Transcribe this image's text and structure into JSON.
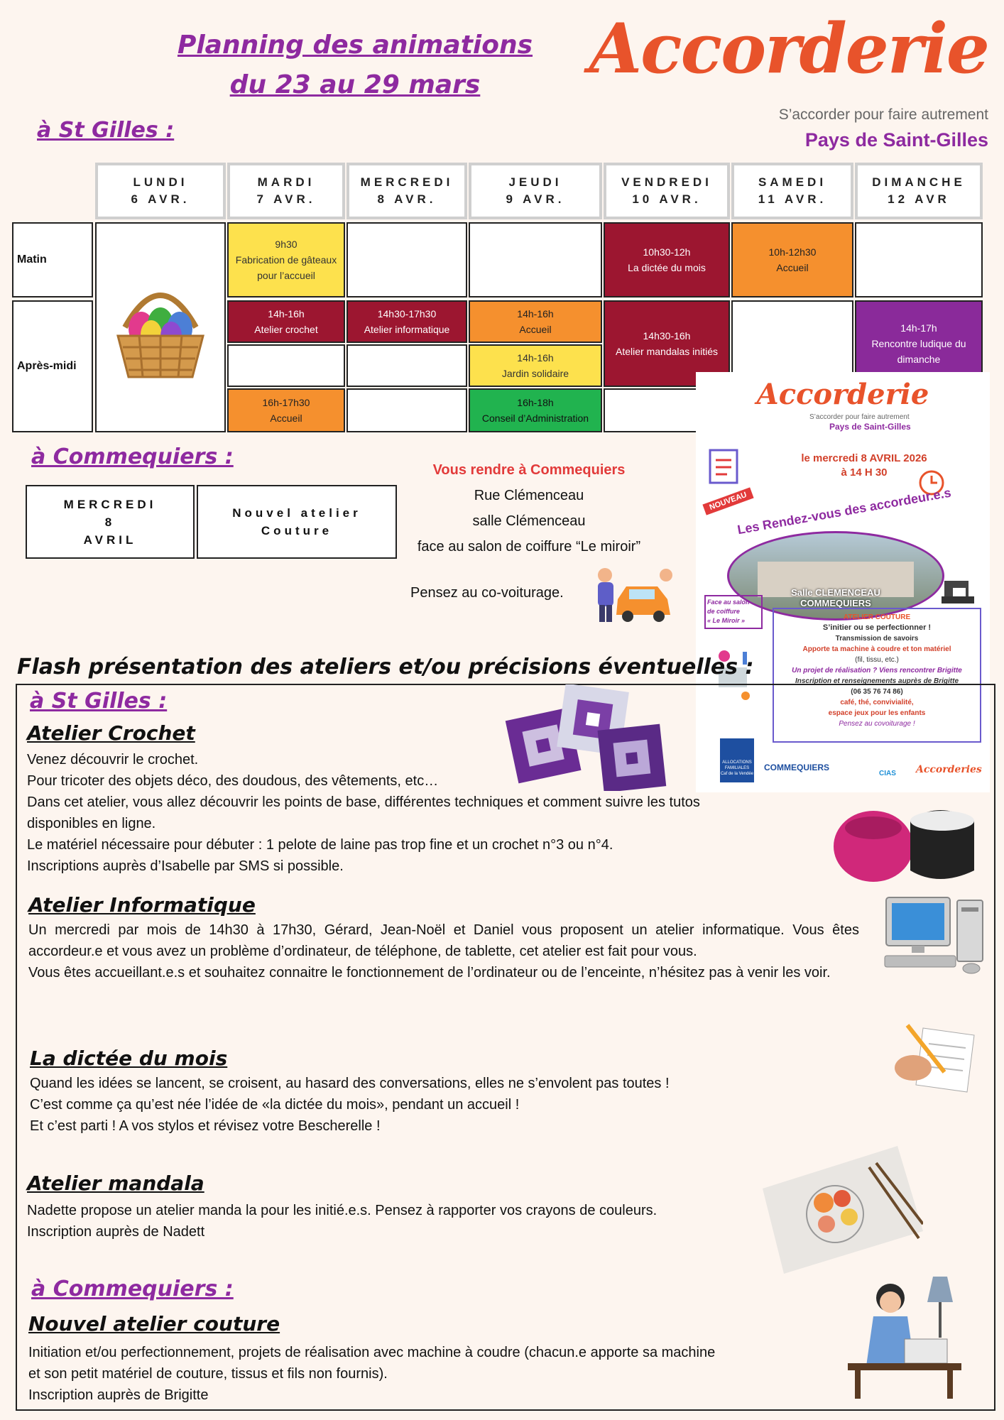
{
  "header": {
    "title_line1": "Planning des animations",
    "title_line2": "du 23 au 29 mars",
    "st_gilles": "à St Gilles :",
    "logo_word": "Accorderie",
    "logo_tagline": "S’accorder pour faire autrement",
    "logo_pays": "Pays de Saint-Gilles"
  },
  "planning": {
    "days": [
      {
        "name": "LUNDI",
        "date": "6 AVR."
      },
      {
        "name": "MARDI",
        "date": "7 AVR."
      },
      {
        "name": "MERCREDI",
        "date": "8 AVR."
      },
      {
        "name": "JEUDI",
        "date": "9 AVR."
      },
      {
        "name": "VENDREDI",
        "date": "10 AVR."
      },
      {
        "name": "SAMEDI",
        "date": "11 AVR."
      },
      {
        "name": "DIMANCHE",
        "date": "12 AVR"
      }
    ],
    "row_matin": "Matin",
    "row_apres_midi": "Après-midi",
    "events": {
      "mardi_matin": {
        "time": "9h30",
        "label": "Fabrication de gâteaux pour l’accueil"
      },
      "vendredi_matin": {
        "time": "10h30-12h",
        "label": "La dictée du mois"
      },
      "samedi_matin": {
        "time": "10h-12h30",
        "label": "Accueil"
      },
      "mardi_pm1": {
        "time": "14h-16h",
        "label": "Atelier crochet"
      },
      "mercredi_pm1": {
        "time": "14h30-17h30",
        "label": "Atelier informatique"
      },
      "jeudi_pm1": {
        "time": "14h-16h",
        "label": "Accueil"
      },
      "vendredi_pm": {
        "time": "14h30-16h",
        "label": "Atelier mandalas initiés"
      },
      "dimanche_pm": {
        "time": "14h-17h",
        "label": "Rencontre ludique du dimanche"
      },
      "jeudi_pm2": {
        "time": "14h-16h",
        "label": "Jardin solidaire"
      },
      "mardi_pm3": {
        "time": "16h-17h30",
        "label": "Accueil"
      },
      "jeudi_pm3": {
        "time": "16h-18h",
        "label": "Conseil d’Administration"
      }
    }
  },
  "commequiers": {
    "heading": "à Commequiers :",
    "day_line1": "MERCREDI",
    "day_line2": "8",
    "day_line3": "AVRIL",
    "atelier_line1": "Nouvel atelier",
    "atelier_line2": "Couture",
    "info_title": "Vous rendre à Commequiers",
    "info_line1": "Rue Clémenceau",
    "info_line2": "salle Clémenceau",
    "info_line3": "face au salon de coiffure “Le miroir”",
    "covoiturage": "Pensez au co-voiturage."
  },
  "poster": {
    "logo_word": "Accorderie",
    "tagline": "S’accorder pour faire autrement",
    "pays": "Pays de Saint-Gilles",
    "date_line1": "le mercredi 8 AVRIL 2026",
    "date_line2": "à 14 H 30",
    "nouveau": "NOUVEAU",
    "arc": "Les Rendez-vous des accordeur.e.s",
    "salle_line1": "Salle CLEMENCEAU",
    "salle_line2": "COMMEQUIERS",
    "face_line1": "Face au salon",
    "face_line2": "de coiffure",
    "face_line3": "« Le Miroir »",
    "box_title": "ATELIER COUTURE",
    "box_l1": "S’initier ou se perfectionner !",
    "box_l2": "Transmission de savoirs",
    "box_l3": "Apporte ta machine à coudre et ton matériel",
    "box_l4": "(fil, tissu, etc.)",
    "box_l5": "Un projet de réalisation ? Viens rencontrer Brigitte",
    "box_l6": "Inscription et renseignements auprès de Brigitte",
    "box_l7": "(06 35 76 74 86)",
    "box_l8": "café, thé, convivialité,",
    "box_l9": "espace jeux pour les enfants",
    "box_l10": "Pensez au covoiturage !",
    "sponsor1": "ALLOCATIONS FAMILIALES",
    "sponsor1b": "Caf de la Vendée",
    "sponsor2": "COMMEQUIERS",
    "sponsor3": "CIAS",
    "sponsor4": "Accorderies"
  },
  "flash": {
    "title": "Flash présentation des ateliers et/ou précisions éventuelles :",
    "st_gilles": "à St Gilles :",
    "crochet_title": "Atelier Crochet",
    "crochet_lines": [
      "Venez découvrir le crochet.",
      "Pour tricoter des objets déco, des doudous, des vêtements, etc…",
      "Dans cet atelier, vous allez découvrir les points de base, différentes techniques  et comment suivre les tutos",
      "disponibles en ligne.",
      "Le matériel nécessaire pour débuter : 1 pelote de laine pas trop fine et un crochet n°3 ou n°4.",
      "Inscriptions auprès d’Isabelle par SMS si possible."
    ],
    "info_title": "Atelier Informatique",
    "info_p1": "Un mercredi par mois de 14h30 à 17h30, Gérard, Jean-Noël et Daniel vous proposent un atelier informatique. Vous êtes accordeur.e et vous avez un problème d’ordinateur, de téléphone, de tablette, cet atelier est fait pour vous.",
    "info_p2": "Vous êtes accueillant.e.s et souhaitez connaitre le fonctionnement de l’ordinateur ou de l’enceinte, n’hésitez pas à venir les voir.",
    "dictee_title": "La dictée du mois",
    "dictee_lines": [
      "Quand les idées se lancent, se croisent, au hasard des conversations, elles ne s’envolent pas toutes !",
      "C’est comme ça qu’est née l’idée de «la dictée du mois», pendant un accueil !",
      "Et c’est parti ! A vos stylos et révisez votre Bescherelle !"
    ],
    "mandala_title": "Atelier mandala",
    "mandala_lines": [
      "Nadette propose un atelier manda la pour les initié.e.s. Pensez à rapporter vos crayons de couleurs.",
      "Inscription auprès de Nadett"
    ],
    "commequiers": "à Commequiers :",
    "couture_title": "Nouvel atelier couture",
    "couture_lines": [
      "Initiation et/ou perfectionnement, projets de réalisation avec machine à coudre (chacun.e apporte sa machine",
      "et son petit matériel de couture, tissus et fils non fournis).",
      "Inscription auprès de Brigitte"
    ]
  }
}
